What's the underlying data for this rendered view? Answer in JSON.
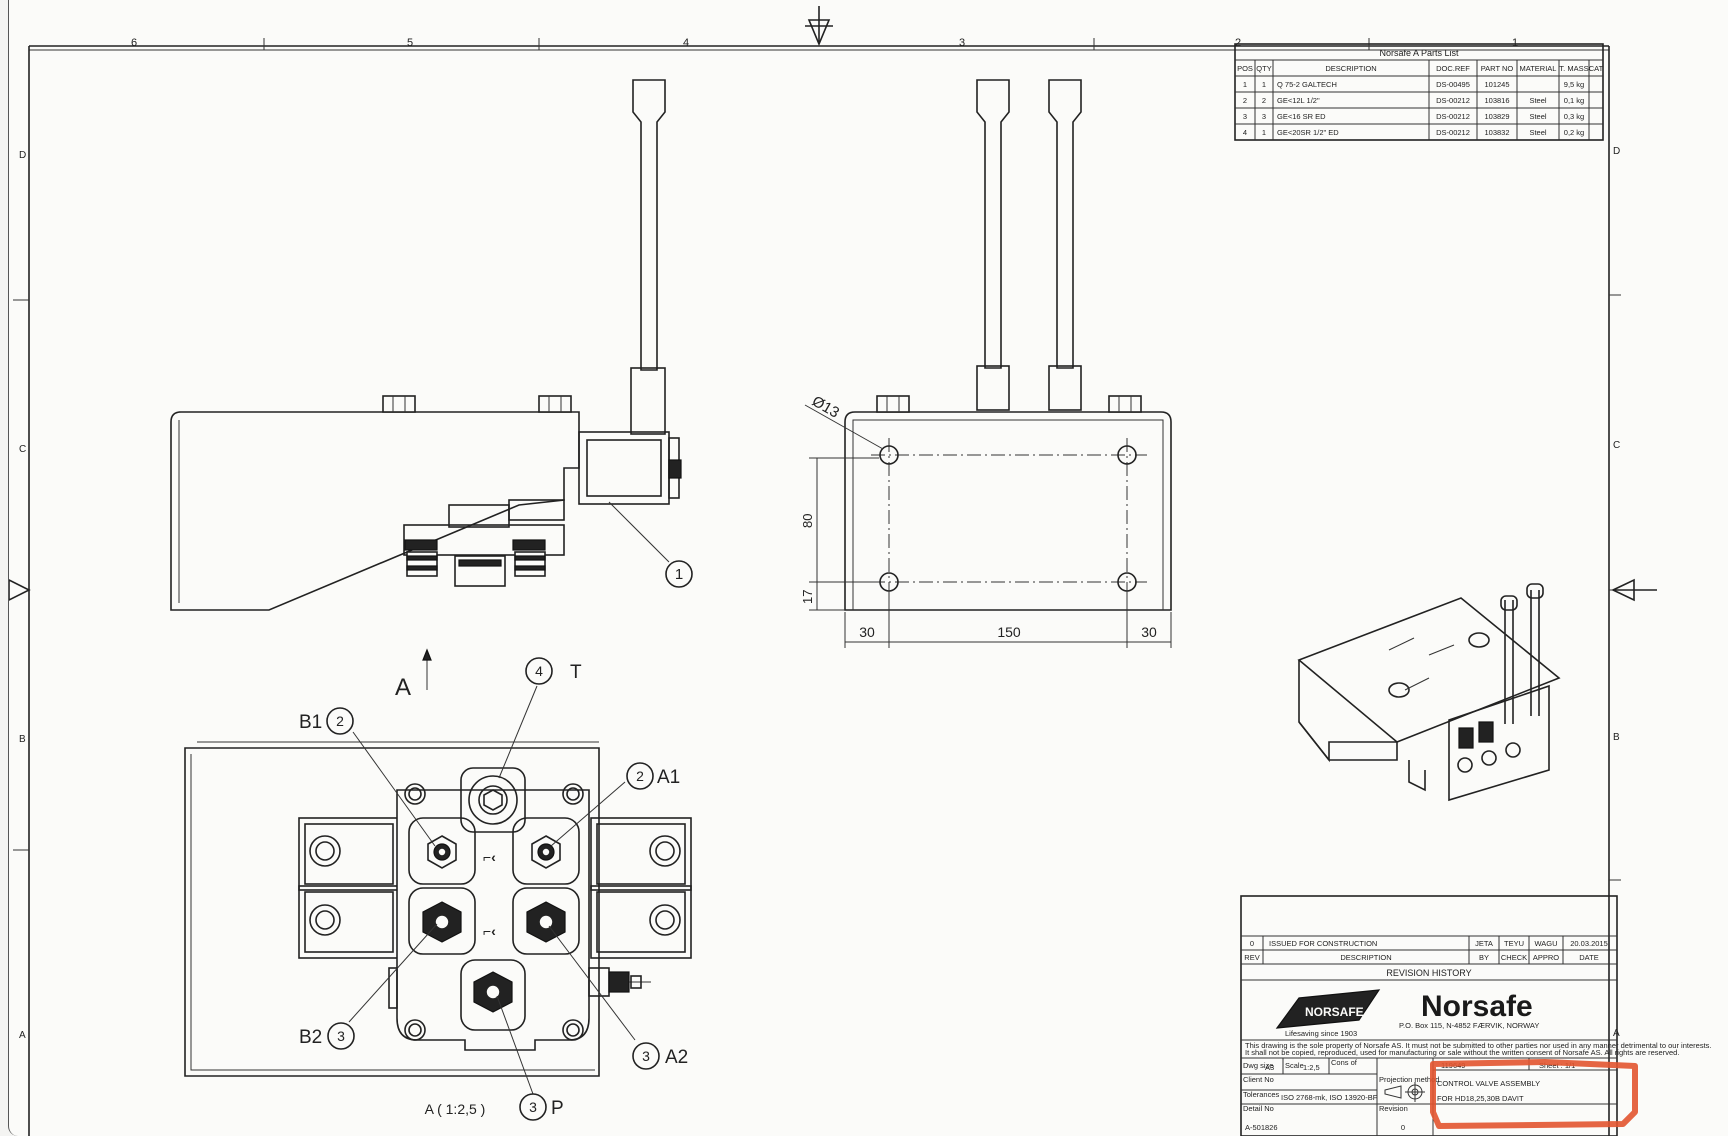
{
  "frame": {
    "top_zones": [
      "6",
      "5",
      "4",
      "3",
      "2",
      "1"
    ],
    "side_zones": [
      "D",
      "C",
      "B",
      "A"
    ]
  },
  "parts_list": {
    "title": "Norsafe A Parts List",
    "headers": [
      "POS",
      "QTY",
      "DESCRIPTION",
      "DOC.REF",
      "PART NO",
      "MATERIAL",
      "T. MASS",
      "CAT"
    ],
    "rows": [
      [
        "1",
        "1",
        "Q 75-2 GALTECH",
        "DS-00495",
        "101245",
        "",
        "9,5 kg",
        ""
      ],
      [
        "2",
        "2",
        "GE<12L 1/2\"",
        "DS-00212",
        "103816",
        "Steel",
        "0,1 kg",
        ""
      ],
      [
        "3",
        "3",
        "GE<16 SR ED",
        "DS-00212",
        "103829",
        "Steel",
        "0,3 kg",
        ""
      ],
      [
        "4",
        "1",
        "GE<20SR 1/2\" ED",
        "DS-00212",
        "103832",
        "Steel",
        "0,2 kg",
        ""
      ]
    ]
  },
  "views": {
    "side": {
      "callout": "1"
    },
    "front": {
      "hole_label": "Ø13",
      "dim_height": "80",
      "dim_bottom": "17",
      "dim_left": "30",
      "dim_center": "150",
      "dim_right": "30"
    },
    "bottom": {
      "view_arrow": "A",
      "scale_label": "A ( 1:2,5 )",
      "ports": [
        {
          "circle": "2",
          "letter": "B1"
        },
        {
          "circle": "4",
          "letter": "T"
        },
        {
          "circle": "2",
          "letter": "A1"
        },
        {
          "circle": "3",
          "letter": "B2"
        },
        {
          "circle": "3",
          "letter": "A2"
        },
        {
          "circle": "3",
          "letter": "P"
        }
      ]
    }
  },
  "title_block": {
    "revision": {
      "rev": "0",
      "description": "ISSUED FOR CONSTRUCTION",
      "by": "JETA",
      "check": "TEYU",
      "appro": "WAGU",
      "date": "20.03.2015",
      "hdr_rev": "REV",
      "hdr_desc": "DESCRIPTION",
      "hdr_by": "BY",
      "hdr_check": "CHECK",
      "hdr_appro": "APPRO",
      "hdr_date": "DATE",
      "heading": "REVISION HISTORY"
    },
    "company": "Norsafe",
    "address": "P.O. Box 115, N-4852 FÆRVIK, NORWAY",
    "logo_text": "NORSAFE",
    "logo_tagline": "Lifesaving since 1903",
    "disclaimer_1": "This drawing is the sole property of Norsafe AS. It must not be submitted to other parties nor used in any manner detrimental to our interests.",
    "disclaimer_2": "It shall not be copied, reproduced, used for manufacturing or sale without the written consent of Norsafe AS. All rights are reserved.",
    "dwg_size_label": "Dwg size",
    "dwg_size": "A3",
    "scale_label": "Scale",
    "scale": "1:2,5",
    "cons_of_label": "Cons of",
    "item_no": "119649",
    "sheet": "Sheet : 1/1",
    "client_label": "Client No",
    "tolerances_label": "Tolerances",
    "tolerances": "ISO 2768-mk, ISO 13920-BF",
    "projection_label": "Projection method",
    "title_line1": "CONTROL VALVE ASSEMBLY",
    "title_line2": "FOR HD18,25,30B DAVIT",
    "drawing_no_label": "Detail No",
    "drawing_no": "A-501826",
    "revision_label": "Revision",
    "revision_no": "0"
  },
  "colors": {
    "highlight": "#e2542f",
    "ink": "#222222",
    "paper": "#fbfbf9"
  }
}
